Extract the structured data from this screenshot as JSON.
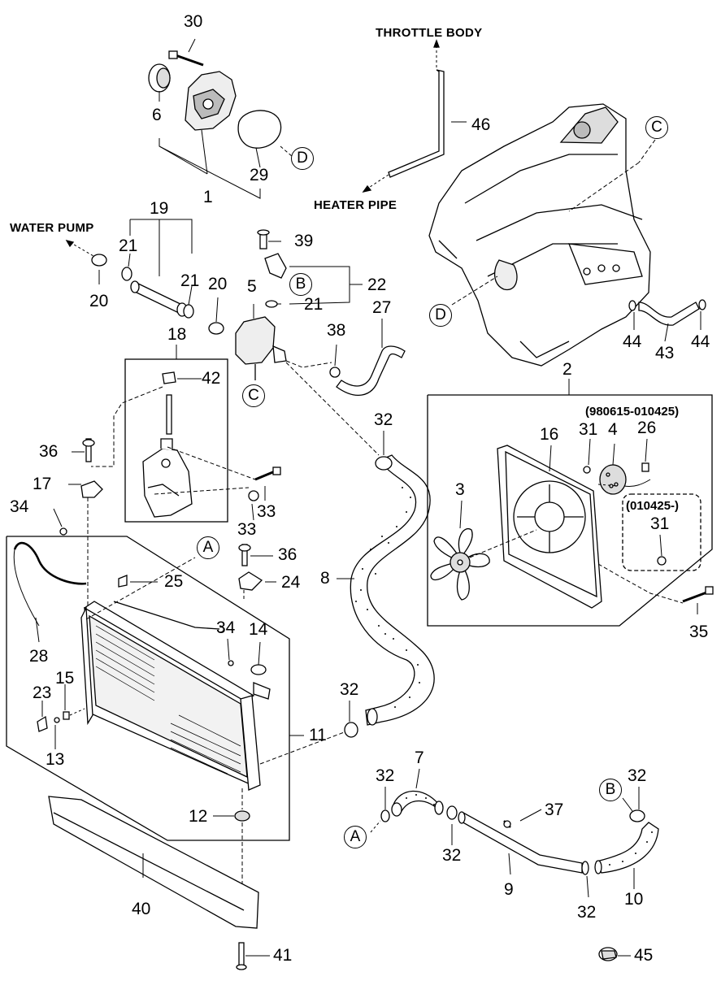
{
  "annotations": {
    "throttle_body": "THROTTLE BODY",
    "heater_pipe": "HEATER PIPE",
    "water_pump": "WATER PUMP",
    "date_range_1": "(980615-010425)",
    "date_range_2": "(010425-)"
  },
  "callouts": {
    "A": "A",
    "B": "B",
    "C": "C",
    "D": "D"
  },
  "part_numbers": {
    "p30": "30",
    "p6": "6",
    "p1": "1",
    "p29": "29",
    "p46": "46",
    "p19": "19",
    "p21a": "21",
    "p21b": "21",
    "p21c": "21",
    "p20a": "20",
    "p20b": "20",
    "p39": "39",
    "p22": "22",
    "p5": "5",
    "p27": "27",
    "p38": "38",
    "p18": "18",
    "p42": "42",
    "p32a": "32",
    "p36a": "36",
    "p17": "17",
    "p34a": "34",
    "p33a": "33",
    "p33b": "33",
    "p36b": "36",
    "p25": "25",
    "p24": "24",
    "p8": "8",
    "p34b": "34",
    "p14": "14",
    "p28": "28",
    "p23": "23",
    "p15": "15",
    "p13": "13",
    "p32b": "32",
    "p11": "11",
    "p12": "12",
    "p40": "40",
    "p41": "41",
    "p44a": "44",
    "p43": "43",
    "p44b": "44",
    "p2": "2",
    "p16": "16",
    "p31a": "31",
    "p4": "4",
    "p26": "26",
    "p3": "3",
    "p31b": "31",
    "p35": "35",
    "p7": "7",
    "p32c": "32",
    "p37": "37",
    "p32d": "32",
    "p32e": "32",
    "p9": "9",
    "p32f": "32",
    "p10": "10",
    "p45": "45"
  }
}
